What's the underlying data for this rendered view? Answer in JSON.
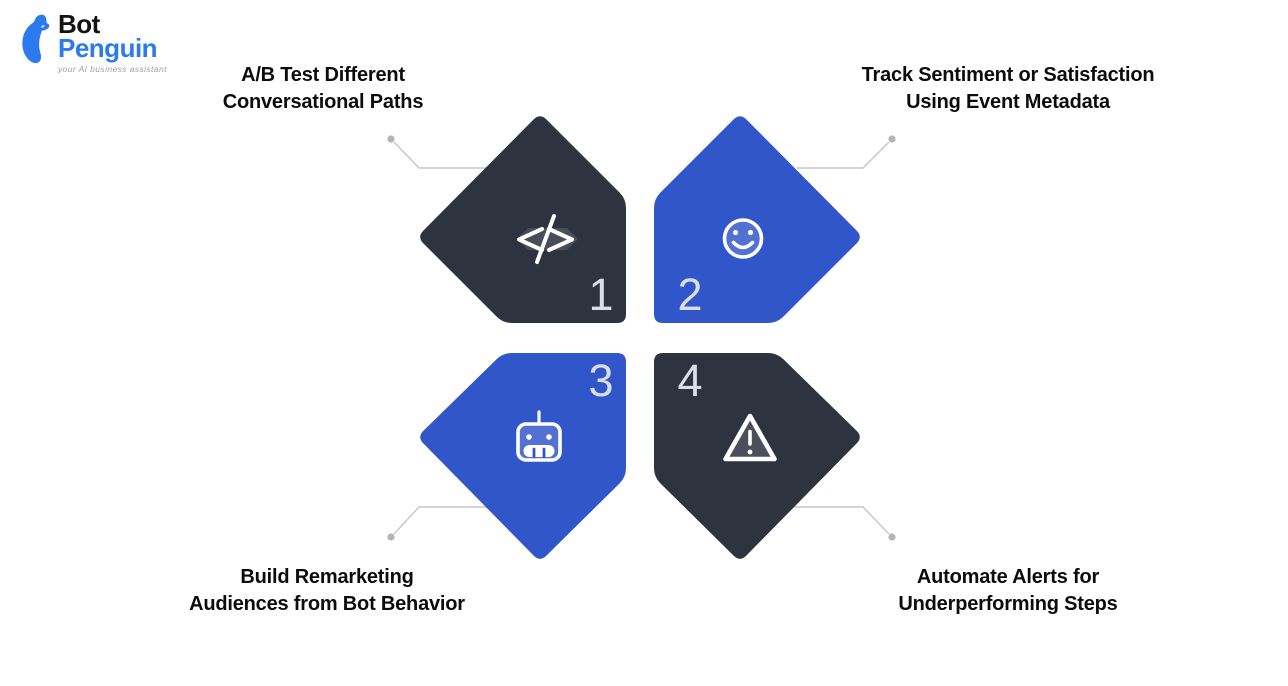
{
  "logo": {
    "title_black": "Bot",
    "title_blue": "Penguin",
    "tagline": "your AI business assistant",
    "brand_blue": "#2b7af0",
    "title_black_color": "#131313",
    "tagline_color": "#9ba1a8"
  },
  "steps": [
    {
      "number": "1",
      "label_line1": "A/B Test Different",
      "label_line2": "Conversational Paths",
      "icon": "code-icon",
      "shape_color": "#2d333f"
    },
    {
      "number": "2",
      "label_line1": "Track Sentiment or Satisfaction",
      "label_line2": "Using Event Metadata",
      "icon": "smiley-icon",
      "shape_color": "#3156ca"
    },
    {
      "number": "3",
      "label_line1": "Build Remarketing",
      "label_line2": "Audiences from Bot Behavior",
      "icon": "robot-icon",
      "shape_color": "#3156ca"
    },
    {
      "number": "4",
      "label_line1": "Automate Alerts for",
      "label_line2": "Underperforming Steps",
      "icon": "warning-icon",
      "shape_color": "#2d333f"
    }
  ],
  "colors": {
    "background": "#ffffff",
    "dark_shape": "#2d333f",
    "blue_shape": "#3156ca",
    "connector_line": "#c6c6c6",
    "connector_dot": "#b4b4b4",
    "number_text": "#d9dee9",
    "label_text": "#0c0c0d",
    "icon_stroke": "#ffffff"
  }
}
